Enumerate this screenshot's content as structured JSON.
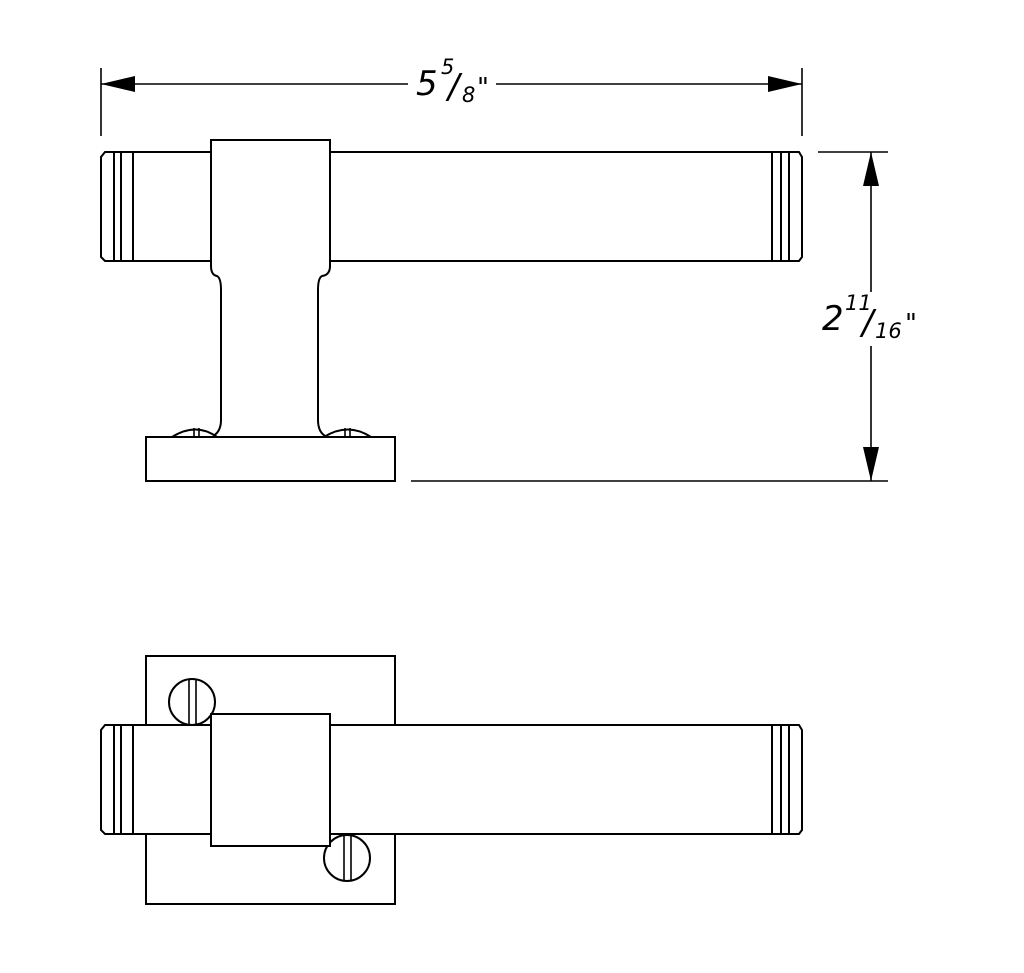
{
  "drawing": {
    "stroke_color": "#000000",
    "background_color": "#ffffff"
  },
  "dimensions": {
    "width": {
      "whole": "5",
      "numerator": "5",
      "slash": "/",
      "denominator": "8",
      "unit": "\""
    },
    "height": {
      "whole": "2",
      "numerator": "11",
      "slash": "/",
      "denominator": "16",
      "unit": "\""
    }
  }
}
